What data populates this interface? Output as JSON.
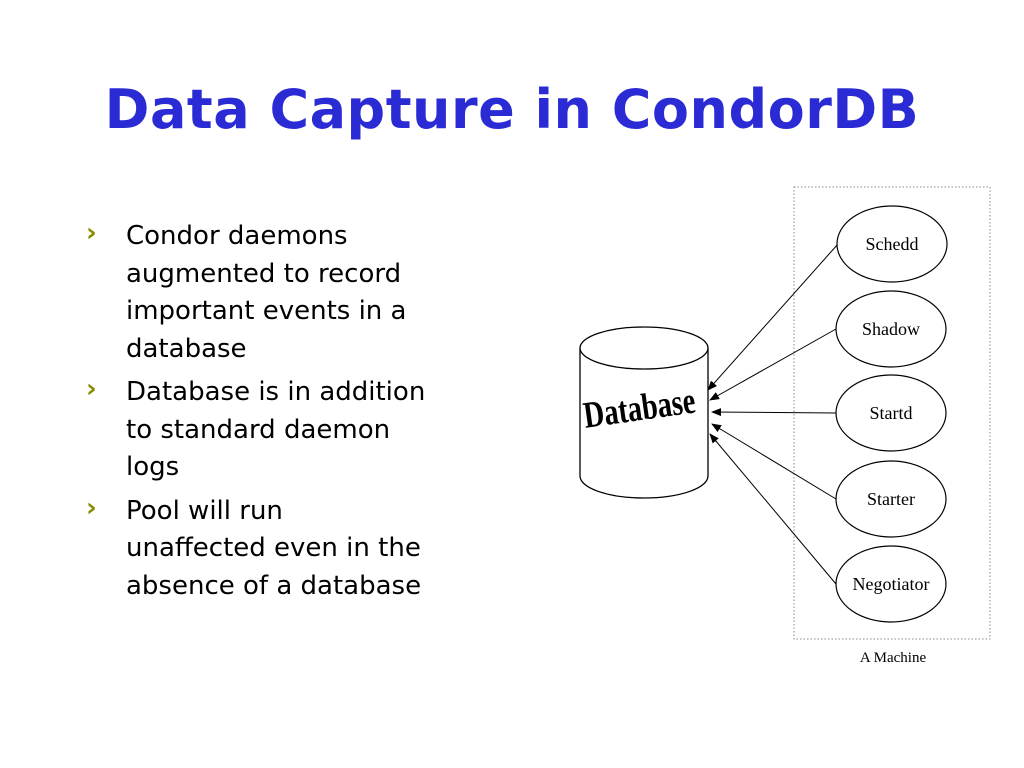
{
  "title": "Data Capture in CondorDB",
  "colors": {
    "title": "#2b2bd6",
    "bullet": "#8a8a00",
    "stroke": "#000000",
    "box": "#888888"
  },
  "bullets": [
    {
      "marker": "›",
      "lines": [
        "Condor daemons",
        "augmented to record",
        "important events in a",
        "database"
      ]
    },
    {
      "marker": "›",
      "lines": [
        "Database is in addition",
        "to standard daemon",
        "logs"
      ]
    },
    {
      "marker": "›",
      "lines": [
        "Pool will run",
        "unaffected even in the",
        "absence of a database"
      ]
    }
  ],
  "diagram": {
    "database_label": "Database",
    "machine_label": "A Machine",
    "daemons": [
      "Schedd",
      "Shadow",
      "Startd",
      "Starter",
      "Negotiator"
    ]
  }
}
